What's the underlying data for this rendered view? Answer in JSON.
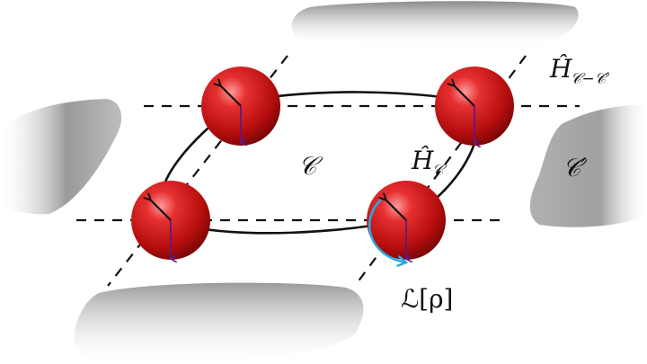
{
  "labels": {
    "cluster": "𝒞",
    "neighbor_cluster": "𝒞′",
    "local_hamiltonian_base": "Ĥ",
    "local_hamiltonian_sub": "𝒞",
    "coupling_hamiltonian_base": "Ĥ",
    "coupling_hamiltonian_sub": "𝒞−𝒞′",
    "lindbladian": "ℒ[ρ]"
  },
  "colors": {
    "sphere": "#c81414",
    "ring": "#111111",
    "dashed": "#111111",
    "spin_arrow": "#111111",
    "down_arrow": "#5a1a8a",
    "dissipation_arrow": "#2aa8e0",
    "slab": "#9a9a9a"
  },
  "icons": {
    "sphere": "sphere-atom-icon",
    "spin": "spin-arrow-icon",
    "dissipation": "curved-arrow-icon"
  }
}
